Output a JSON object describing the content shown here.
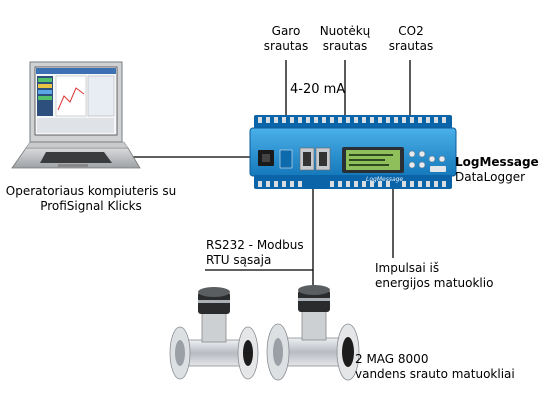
{
  "labels": {
    "garo": [
      "Garo",
      "srautas"
    ],
    "nuotekos": [
      "Nuotėkų",
      "srautas"
    ],
    "co2": [
      "CO2",
      "srautas"
    ],
    "signal": "4-20 mA",
    "logger": [
      "LogMessage",
      "DataLogger"
    ],
    "computer": [
      "Operatoriaus kompiuteris su",
      "ProfiSignal Klicks"
    ],
    "rs232": [
      "RS232 - Modbus",
      "RTU sąsaja"
    ],
    "impulsai": [
      "Impulsai iš",
      "energijos matuoklio"
    ],
    "mag": [
      "2 MAG 8000",
      "vandens srauto matuokliai"
    ],
    "device_brand": "LogMessage"
  },
  "colors": {
    "device_blue": "#1e8fd0",
    "terminal_blue": "#0b63a8",
    "lcd_green": "#8fbf5a",
    "pipe_grey": "#c9ccd0",
    "wire": "#000000"
  }
}
